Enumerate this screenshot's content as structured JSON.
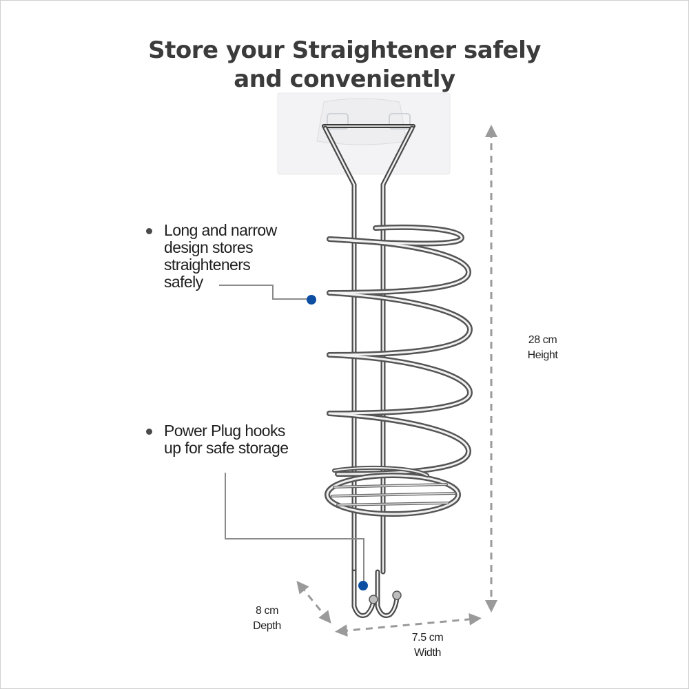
{
  "title": {
    "line1": "Store your Straightener safely",
    "line2": "and conveniently"
  },
  "features": [
    {
      "lines": [
        "Long and narrow",
        "design stores",
        "straighteners",
        "safely"
      ],
      "marker_color": "#0b4ea2"
    },
    {
      "lines": [
        "Power Plug hooks",
        "up for safe storage"
      ],
      "marker_color": "#0b4ea2"
    }
  ],
  "dimensions": {
    "height": {
      "value": "28 cm",
      "label": "Height"
    },
    "depth": {
      "value": "8 cm",
      "label": "Depth"
    },
    "width": {
      "value": "7.5 cm",
      "label": "Width"
    }
  },
  "colors": {
    "title_text": "#3b3b3b",
    "body_text": "#1f1f1f",
    "callout_line": "#8a8a8a",
    "dimension_arrow": "#9a9a9a",
    "marker": "#0b4ea2",
    "border": "#cfcfcf"
  },
  "product": {
    "name-icon": "spiral-wire-straightener-holder",
    "parts": [
      "adhesive-wall-pad",
      "spiral-coil-holder",
      "basket-base",
      "twin-cord-hooks"
    ]
  }
}
